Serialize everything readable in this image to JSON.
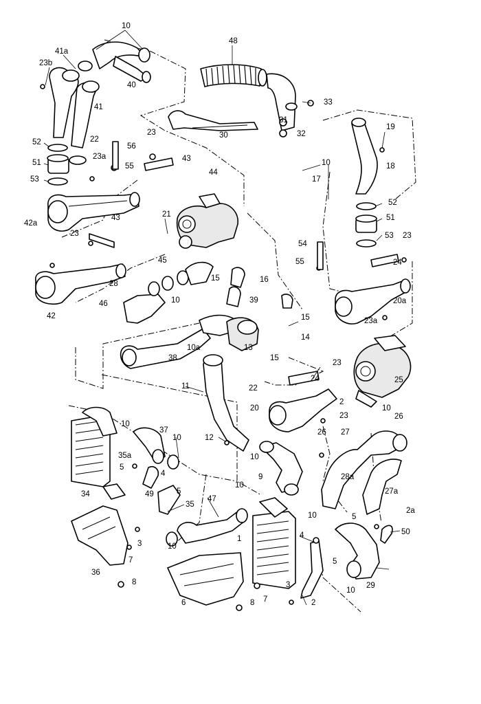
{
  "labels": [
    {
      "id": "l10-top",
      "text": "10"
    },
    {
      "id": "l41a",
      "text": "41a"
    },
    {
      "id": "l23b",
      "text": "23b"
    },
    {
      "id": "l48",
      "text": "48"
    },
    {
      "id": "l40",
      "text": "40"
    },
    {
      "id": "l41",
      "text": "41"
    },
    {
      "id": "l33",
      "text": "33"
    },
    {
      "id": "l31",
      "text": "31"
    },
    {
      "id": "l30",
      "text": "30"
    },
    {
      "id": "l32",
      "text": "32"
    },
    {
      "id": "l19",
      "text": "19"
    },
    {
      "id": "l52-left",
      "text": "52"
    },
    {
      "id": "l22-top",
      "text": "22"
    },
    {
      "id": "l23-mid",
      "text": "23"
    },
    {
      "id": "l56",
      "text": "56"
    },
    {
      "id": "l23a-left",
      "text": "23a"
    },
    {
      "id": "l51-left",
      "text": "51"
    },
    {
      "id": "l55-top",
      "text": "55"
    },
    {
      "id": "l43-top",
      "text": "43"
    },
    {
      "id": "l44",
      "text": "44"
    },
    {
      "id": "l18",
      "text": "18"
    },
    {
      "id": "l10-right",
      "text": "10"
    },
    {
      "id": "l53-left",
      "text": "53"
    },
    {
      "id": "l17",
      "text": "17"
    },
    {
      "id": "l52-right",
      "text": "52"
    },
    {
      "id": "l21",
      "text": "21"
    },
    {
      "id": "l43-mid",
      "text": "43"
    },
    {
      "id": "l42a",
      "text": "42a"
    },
    {
      "id": "l51-right",
      "text": "51"
    },
    {
      "id": "l23-left",
      "text": "23"
    },
    {
      "id": "l54",
      "text": "54"
    },
    {
      "id": "l53-right",
      "text": "53"
    },
    {
      "id": "l23-right",
      "text": "23"
    },
    {
      "id": "l24-right",
      "text": "24"
    },
    {
      "id": "l45",
      "text": "45"
    },
    {
      "id": "l55-mid",
      "text": "55"
    },
    {
      "id": "l15-a",
      "text": "15"
    },
    {
      "id": "l16",
      "text": "16"
    },
    {
      "id": "l28",
      "text": "28"
    },
    {
      "id": "l10-mid",
      "text": "10"
    },
    {
      "id": "l39",
      "text": "39"
    },
    {
      "id": "l20a",
      "text": "20a"
    },
    {
      "id": "l46",
      "text": "46"
    },
    {
      "id": "l42",
      "text": "42"
    },
    {
      "id": "l15-b",
      "text": "15"
    },
    {
      "id": "l23a-right",
      "text": "23a"
    },
    {
      "id": "l14",
      "text": "14"
    },
    {
      "id": "l10a",
      "text": "10a"
    },
    {
      "id": "l13",
      "text": "13"
    },
    {
      "id": "l15-c",
      "text": "15"
    },
    {
      "id": "l38",
      "text": "38"
    },
    {
      "id": "l23-turbo",
      "text": "23"
    },
    {
      "id": "l24-turbo",
      "text": "24"
    },
    {
      "id": "l11",
      "text": "11"
    },
    {
      "id": "l22-mid",
      "text": "22"
    },
    {
      "id": "l25",
      "text": "25"
    },
    {
      "id": "l2-mid",
      "text": "2"
    },
    {
      "id": "l20",
      "text": "20"
    },
    {
      "id": "l10-turbo",
      "text": "10"
    },
    {
      "id": "l23-lower",
      "text": "23"
    },
    {
      "id": "l26-a",
      "text": "26"
    },
    {
      "id": "l37",
      "text": "37"
    },
    {
      "id": "l10-ic1",
      "text": "10"
    },
    {
      "id": "l10-ic2",
      "text": "10"
    },
    {
      "id": "l12",
      "text": "12"
    },
    {
      "id": "l26-b",
      "text": "26"
    },
    {
      "id": "l27",
      "text": "27"
    },
    {
      "id": "l10-c",
      "text": "10"
    },
    {
      "id": "l35a",
      "text": "35a"
    },
    {
      "id": "l5-a",
      "text": "5"
    },
    {
      "id": "l4-a",
      "text": "4"
    },
    {
      "id": "l9",
      "text": "9"
    },
    {
      "id": "l28a",
      "text": "28a"
    },
    {
      "id": "l34",
      "text": "34"
    },
    {
      "id": "l49",
      "text": "49"
    },
    {
      "id": "l5-b",
      "text": "5"
    },
    {
      "id": "l35",
      "text": "35"
    },
    {
      "id": "l47",
      "text": "47"
    },
    {
      "id": "l10-d",
      "text": "10"
    },
    {
      "id": "l27a",
      "text": "27a"
    },
    {
      "id": "l10-e",
      "text": "10"
    },
    {
      "id": "l5-c",
      "text": "5"
    },
    {
      "id": "l2a",
      "text": "2a"
    },
    {
      "id": "l3-a",
      "text": "3"
    },
    {
      "id": "l1",
      "text": "1"
    },
    {
      "id": "l4-b",
      "text": "4"
    },
    {
      "id": "l50",
      "text": "50"
    },
    {
      "id": "l10-f",
      "text": "10"
    },
    {
      "id": "l36",
      "text": "36"
    },
    {
      "id": "l7-a",
      "text": "7"
    },
    {
      "id": "l5-d",
      "text": "5"
    },
    {
      "id": "l8-a",
      "text": "8"
    },
    {
      "id": "l3-b",
      "text": "3"
    },
    {
      "id": "l10-g",
      "text": "10"
    },
    {
      "id": "l29",
      "text": "29"
    },
    {
      "id": "l7-b",
      "text": "7"
    },
    {
      "id": "l6",
      "text": "6"
    },
    {
      "id": "l8-b",
      "text": "8"
    },
    {
      "id": "l2-bottom",
      "text": "2"
    }
  ]
}
